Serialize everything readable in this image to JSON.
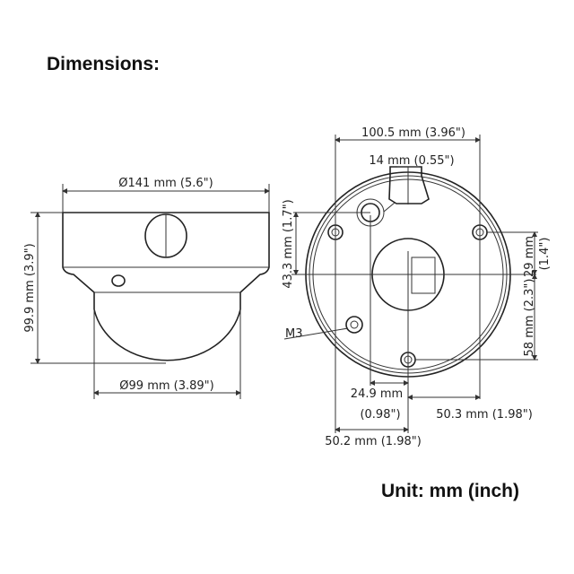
{
  "heading": "Dimensions:",
  "unit_note": "Unit: mm (inch)",
  "side_view": {
    "top_diameter": "Ø141 mm (5.6\")",
    "height": "99.9 mm (3.9\")",
    "dome_diameter": "Ø99 mm (3.89\")"
  },
  "bottom_view": {
    "hole_span": "100.5 mm (3.96\")",
    "connector_width": "14 mm (0.55\")",
    "screw_offset_vertical": "43.3 mm (1.7\")",
    "right_offset_29": "29 mm",
    "right_offset_29_in": "(1.4\")",
    "right_offset_58": "58 mm (2.3\")",
    "screw_offset_horizontal": "24.9 mm",
    "screw_offset_horizontal_in": "(0.98\")",
    "right_span": "50.3 mm (1.98\")",
    "left_span": "50.2 mm (1.98\")",
    "screw_label": "M3"
  }
}
